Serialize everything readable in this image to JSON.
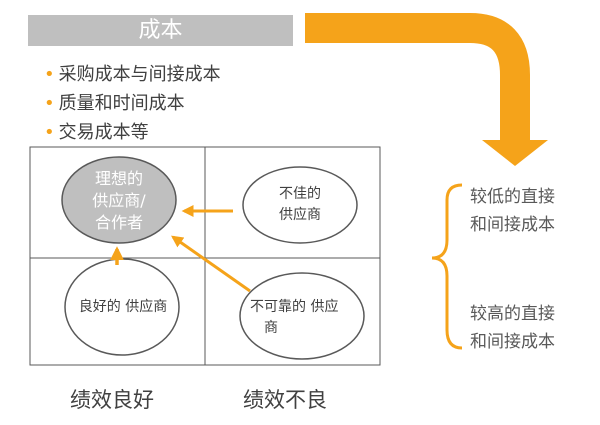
{
  "header": {
    "title": "成本"
  },
  "bullets": [
    {
      "marker": "•",
      "text": "采购成本与间接成本"
    },
    {
      "marker": "•",
      "text": "质量和时间成本"
    },
    {
      "marker": "•",
      "text": "交易成本等"
    }
  ],
  "matrix": {
    "ideal": {
      "lines": [
        "理想的",
        "供应商/",
        "合作者"
      ]
    },
    "poor": {
      "lines": [
        "不佳的",
        "供应商"
      ]
    },
    "good": {
      "lines": [
        "良好的 供应商"
      ]
    },
    "unreliable": {
      "lines": [
        "不可靠的 供应",
        "商"
      ]
    }
  },
  "axis": {
    "left": "绩效良好",
    "right": "绩效不良"
  },
  "side": {
    "upper": [
      "较低的直接",
      "和间接成本"
    ],
    "lower": [
      "较高的直接",
      "和间接成本"
    ]
  },
  "colors": {
    "accent": "#f5a31a",
    "header_bg": "#bfbfbf",
    "ideal_fill": "#bfbfbf",
    "text": "#404040"
  }
}
